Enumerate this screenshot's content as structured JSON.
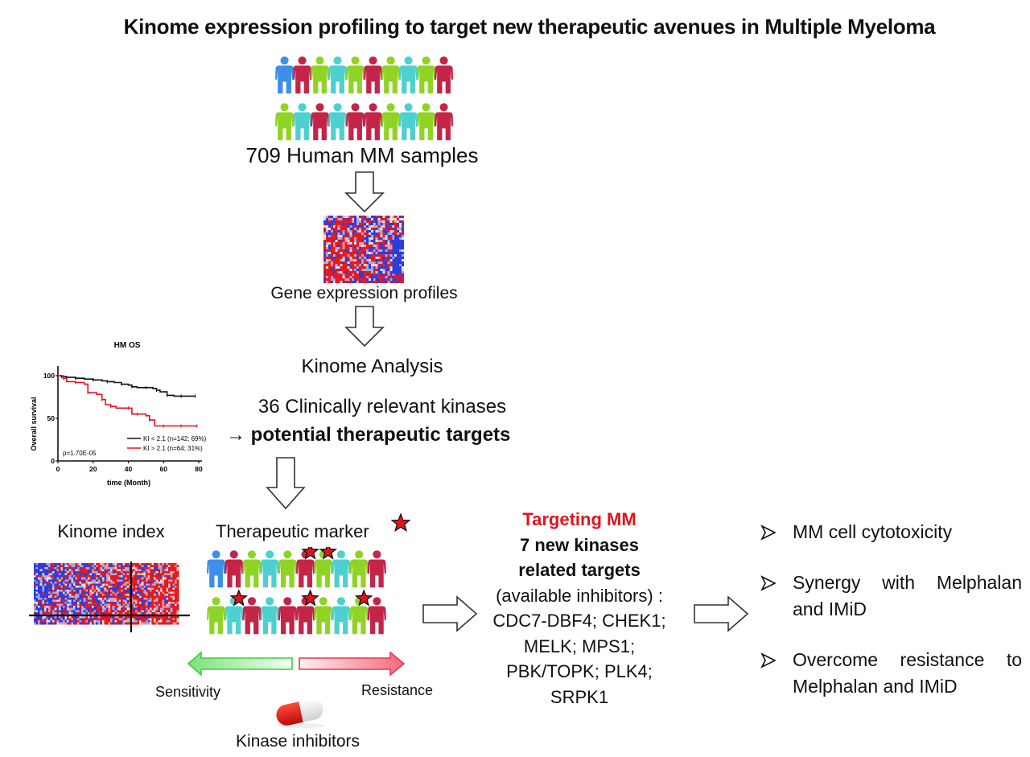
{
  "title": "Kinome expression profiling to target new therapeutic avenues in Multiple Myeloma",
  "colors": {
    "blue": "#3d8fe8",
    "red": "#c32549",
    "green": "#8fd424",
    "cyan": "#4fd0d0",
    "accent_red": "#e0141e"
  },
  "cohort": {
    "rows": [
      [
        "blue",
        "red",
        "green",
        "cyan",
        "green",
        "red",
        "green",
        "cyan",
        "green",
        "red"
      ],
      [
        "green",
        "cyan",
        "red",
        "cyan",
        "red",
        "red",
        "green",
        "cyan",
        "green",
        "red"
      ]
    ],
    "label": "709 Human MM samples"
  },
  "steps": {
    "gene_expression_label": "Gene expression profiles",
    "kinome_analysis_label": "Kinome Analysis",
    "kinases_label": "36 Clinically relevant kinases",
    "targets_arrow": "→",
    "targets_label": "potential therapeutic targets"
  },
  "kinome_index": {
    "label": "Kinome index"
  },
  "therapeutic_marker": {
    "label": "Therapeutic marker",
    "star_icon": "star-icon",
    "rows": [
      [
        "blue",
        "red",
        "green",
        "cyan",
        "green",
        "red",
        "green",
        "cyan",
        "green",
        "red"
      ],
      [
        "green",
        "cyan",
        "red",
        "cyan",
        "red",
        "red",
        "green",
        "cyan",
        "green",
        "red"
      ]
    ],
    "stars": [
      {
        "row": 0,
        "index": 5
      },
      {
        "row": 0,
        "index": 6
      },
      {
        "row": 1,
        "index": 1
      },
      {
        "row": 1,
        "index": 5
      },
      {
        "row": 1,
        "index": 8
      }
    ],
    "sensitivity_label": "Sensitivity",
    "resistance_label": "Resistance",
    "inhibitors_label": "Kinase inhibitors"
  },
  "targeting": {
    "heading": "Targeting MM",
    "line1": "7 new kinases",
    "line2": "related targets",
    "line3": "(available inhibitors) :",
    "kinases": [
      "CDC7-DBF4; CHEK1;",
      "MELK; MPS1;",
      "PBK/TOPK; PLK4;",
      "SRPK1"
    ]
  },
  "outcomes": {
    "bullet_icon": "arrowhead-bullet-icon",
    "items": [
      "MM cell cytotoxicity",
      "Synergy with Melphalan and IMiD",
      "Overcome resistance to Melphalan and IMiD"
    ]
  },
  "chart_data": {
    "type": "line",
    "title": "HM OS",
    "xlabel": "time (Month)",
    "ylabel": "Overall survival",
    "xlim": [
      0,
      80
    ],
    "ylim": [
      0,
      100
    ],
    "xticks": [
      0,
      20,
      40,
      60,
      80
    ],
    "yticks": [
      0,
      50,
      100
    ],
    "grid": false,
    "legend_position": "bottom-right",
    "annotation": "p=1.70E-05",
    "series": [
      {
        "name": "KI < 2.1 (n=142; 69%)",
        "color": "#111111",
        "x": [
          0,
          2,
          5,
          10,
          15,
          20,
          25,
          28,
          32,
          36,
          40,
          42,
          45,
          50,
          54,
          56,
          58,
          62,
          66,
          70,
          74,
          78
        ],
        "y": [
          100,
          99,
          98,
          97,
          96,
          95,
          94,
          93,
          92,
          90,
          89,
          87,
          86,
          86,
          85,
          83,
          81,
          77,
          76,
          76,
          76,
          76
        ]
      },
      {
        "name": "KI > 2.1 (n=64; 31%)",
        "color": "#e0141e",
        "x": [
          0,
          3,
          5,
          10,
          15,
          17,
          22,
          25,
          27,
          30,
          33,
          40,
          42,
          45,
          50,
          52,
          55,
          60,
          65,
          70,
          75,
          79
        ],
        "y": [
          100,
          97,
          93,
          92,
          90,
          80,
          78,
          72,
          66,
          64,
          62,
          62,
          55,
          55,
          53,
          48,
          41,
          41,
          41,
          41,
          41,
          41
        ]
      }
    ]
  }
}
